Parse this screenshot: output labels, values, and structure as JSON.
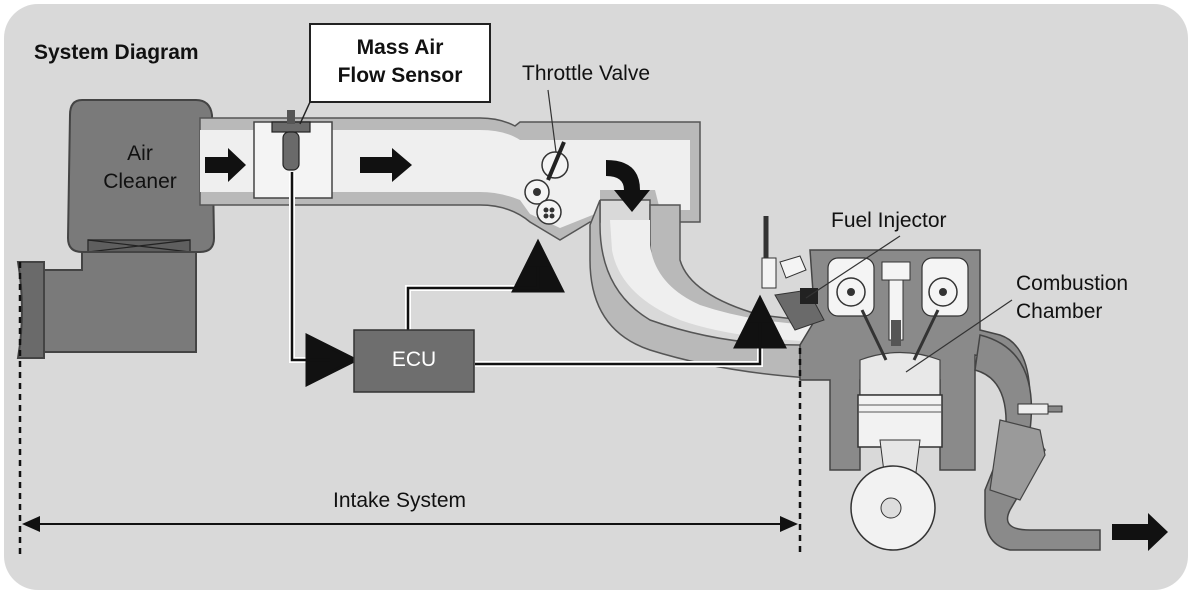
{
  "diagram": {
    "title": "System Diagram",
    "labels": {
      "maf_sensor": "Mass Air\nFlow Sensor",
      "maf_sensor_line1": "Mass Air",
      "maf_sensor_line2": "Flow Sensor",
      "air_cleaner_line1": "Air",
      "air_cleaner_line2": "Cleaner",
      "throttle_valve": "Throttle Valve",
      "fuel_injector": "Fuel Injector",
      "combustion_line1": "Combustion",
      "combustion_line2": "Chamber",
      "ecu": "ECU",
      "intake_system": "Intake System"
    },
    "colors": {
      "background": "#d9d9d9",
      "component": "#7a7a7a",
      "component_dark": "#5f5f5f",
      "duct": "#b9b9b9",
      "duct_inner": "#efefef",
      "ecu_fill": "#6e6e6e",
      "line": "#111111"
    },
    "icons": [
      "right-arrow-icon",
      "curved-down-arrow-icon",
      "exhaust-arrow-icon"
    ]
  }
}
